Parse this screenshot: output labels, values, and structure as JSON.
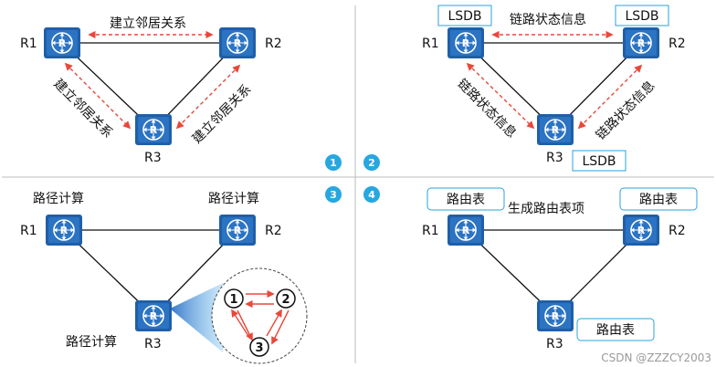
{
  "routers": {
    "r1": "R1",
    "r2": "R2",
    "r3": "R3"
  },
  "panel1": {
    "top_label": "建立邻居关系",
    "left_label": "建立邻居关系",
    "right_label": "建立邻居关系"
  },
  "panel2": {
    "top_label": "链路状态信息",
    "left_label": "链路状态信息",
    "right_label": "链路状态信息",
    "lsdb": "LSDB"
  },
  "panel3": {
    "calc_label": "路径计算",
    "spf_nodes": [
      "1",
      "2",
      "3"
    ]
  },
  "panel4": {
    "table_label": "路由表",
    "top_label": "生成路由表项"
  },
  "steps": [
    "1",
    "2",
    "3",
    "4"
  ],
  "watermark": "CSDN @ZZZCY2003",
  "colors": {
    "router_blue": "#1f5fa8",
    "arrow_red": "#e8483b",
    "step_blue": "#27a7e0",
    "box_border": "#2aa3d8"
  }
}
